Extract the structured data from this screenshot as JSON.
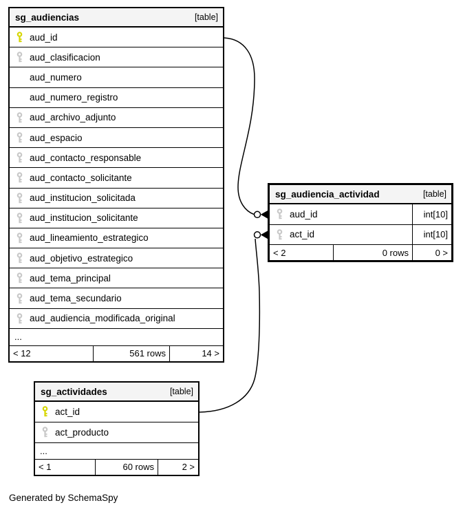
{
  "diagram": {
    "credit": "Generated by SchemaSpy",
    "colors": {
      "primary_key": "#d6d600",
      "foreign_key": "#c8c8c8",
      "header_bg": "#f4f4f4",
      "border": "#000000",
      "background": "#ffffff"
    }
  },
  "tables": [
    {
      "id": "sg_audiencias",
      "title": "sg_audiencias",
      "badge": "[table]",
      "columns": [
        {
          "name": "aud_id",
          "key": "primary"
        },
        {
          "name": "aud_clasificacion",
          "key": "foreign"
        },
        {
          "name": "aud_numero",
          "key": "none"
        },
        {
          "name": "aud_numero_registro",
          "key": "none"
        },
        {
          "name": "aud_archivo_adjunto",
          "key": "foreign"
        },
        {
          "name": "aud_espacio",
          "key": "foreign"
        },
        {
          "name": "aud_contacto_responsable",
          "key": "foreign"
        },
        {
          "name": "aud_contacto_solicitante",
          "key": "foreign"
        },
        {
          "name": "aud_institucion_solicitada",
          "key": "foreign"
        },
        {
          "name": "aud_institucion_solicitante",
          "key": "foreign"
        },
        {
          "name": "aud_lineamiento_estrategico",
          "key": "foreign"
        },
        {
          "name": "aud_objetivo_estrategico",
          "key": "foreign"
        },
        {
          "name": "aud_tema_principal",
          "key": "foreign"
        },
        {
          "name": "aud_tema_secundario",
          "key": "foreign"
        },
        {
          "name": "aud_audiencia_modificada_original",
          "key": "foreign"
        }
      ],
      "ellipsis": "...",
      "footer": {
        "left": "< 12",
        "center": "561 rows",
        "right": "14 >"
      }
    },
    {
      "id": "sg_audiencia_actividad",
      "title": "sg_audiencia_actividad",
      "badge": "[table]",
      "columns": [
        {
          "name": "aud_id",
          "key": "foreign",
          "type": "int[10]"
        },
        {
          "name": "act_id",
          "key": "foreign",
          "type": "int[10]"
        }
      ],
      "footer": {
        "left": "< 2",
        "center": "0 rows",
        "right": "0 >"
      }
    },
    {
      "id": "sg_actividades",
      "title": "sg_actividades",
      "badge": "[table]",
      "columns": [
        {
          "name": "act_id",
          "key": "primary"
        },
        {
          "name": "act_producto",
          "key": "foreign"
        }
      ],
      "ellipsis": "...",
      "footer": {
        "left": "< 1",
        "center": "60 rows",
        "right": "2 >"
      }
    }
  ],
  "relationships": [
    {
      "from": "sg_audiencias.aud_id",
      "to": "sg_audiencia_actividad.aud_id"
    },
    {
      "from": "sg_actividades.act_id",
      "to": "sg_audiencia_actividad.act_id"
    }
  ]
}
